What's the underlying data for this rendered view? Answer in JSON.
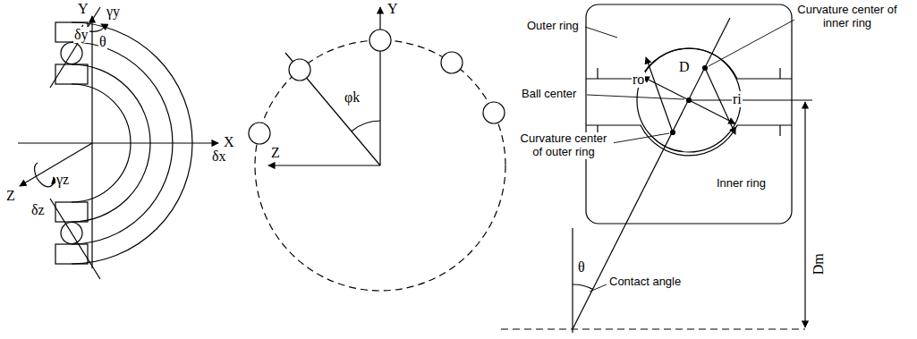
{
  "diagram": {
    "labels": [
      "Y",
      "γy",
      "δy",
      "θ",
      "X",
      "δx",
      "Z",
      "δz",
      "γz",
      "Y",
      "φk",
      "Z",
      "Outer ring",
      "Curvature center of inner ring",
      "D",
      "ro",
      "ri",
      "Ball center",
      "Curvature center of outer ring",
      "Inner ring",
      "θ",
      "Contact angle",
      "Dm"
    ]
  }
}
